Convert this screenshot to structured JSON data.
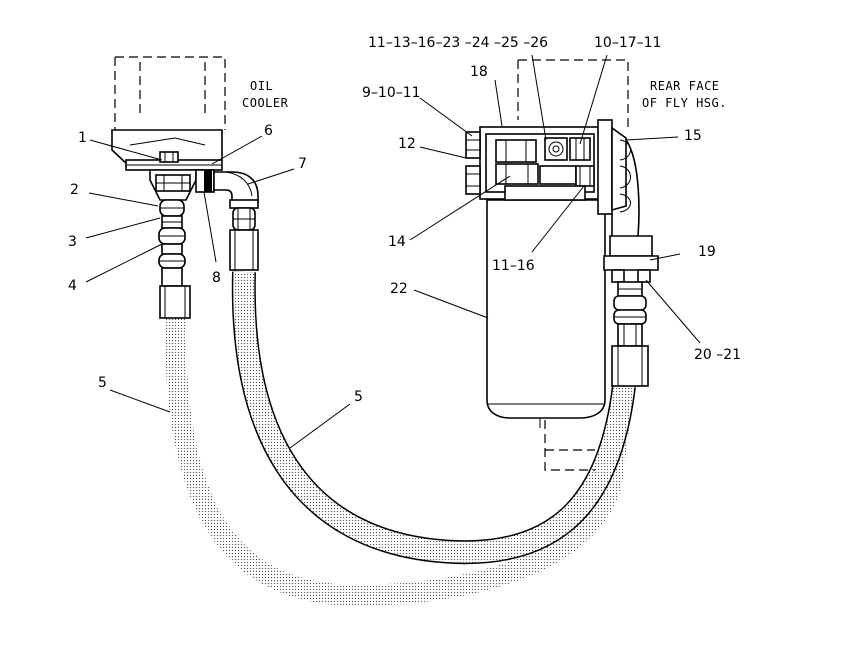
{
  "notes": {
    "oil_cooler": [
      "OIL",
      "COOLER"
    ],
    "rear_face": [
      "REAR FACE",
      "OF FLY HSG."
    ]
  },
  "callouts": {
    "c1": "1",
    "c2": "2",
    "c3": "3",
    "c4": "4",
    "c5a": "5",
    "c5b": "5",
    "c6": "6",
    "c7": "7",
    "c8": "8",
    "c9_10_11": "9–10–11",
    "c10_17_11": "10–17–11",
    "c11_13_group": "11–13–16–23 –24 –25 –26",
    "c11_16": "11–16",
    "c12": "12",
    "c14": "14",
    "c15": "15",
    "c18": "18",
    "c19": "19",
    "c20_21": "20 –21",
    "c22": "22"
  }
}
